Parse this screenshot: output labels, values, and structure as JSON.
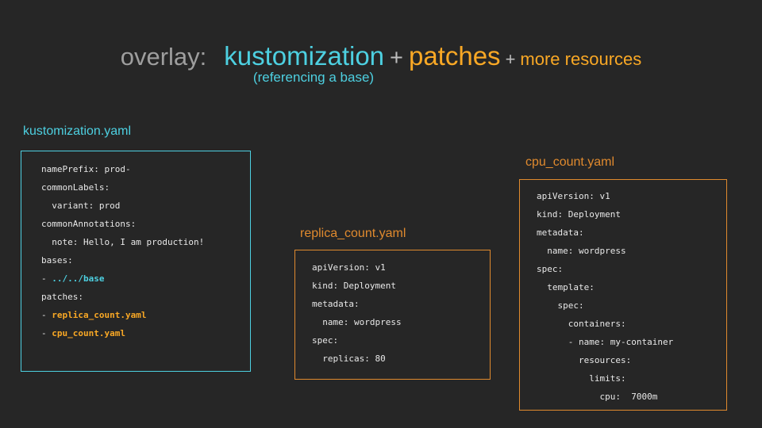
{
  "slide": {
    "background_color": "#262626",
    "title": {
      "prefix": "overlay:",
      "term_primary": "kustomization",
      "plus_1": "+",
      "term_secondary": "patches",
      "plus_2": "+",
      "term_tertiary": "more resources",
      "subtitle": "(referencing a base)",
      "colors": {
        "prefix": "#9e9e9e",
        "cyan": "#4dd0e1",
        "orange": "#f9a825",
        "plus": "#bdbdbd"
      }
    }
  },
  "panels": [
    {
      "id": "kustomization",
      "label": "kustomization.yaml",
      "accent_color": "#4dd0e1",
      "lines": [
        [
          {
            "t": "namePrefix: prod-",
            "style": "plain"
          }
        ],
        [
          {
            "t": "commonLabels:",
            "style": "plain"
          }
        ],
        [
          {
            "t": "  variant: prod",
            "style": "plain"
          }
        ],
        [
          {
            "t": "commonAnnotations:",
            "style": "plain"
          }
        ],
        [
          {
            "t": "  note: Hello, I am production!",
            "style": "plain"
          }
        ],
        [
          {
            "t": "bases:",
            "style": "plain"
          }
        ],
        [
          {
            "t": "- ",
            "style": "plain"
          },
          {
            "t": "../../base",
            "style": "cyan-bold"
          }
        ],
        [
          {
            "t": "patches:",
            "style": "plain"
          }
        ],
        [
          {
            "t": "- ",
            "style": "plain"
          },
          {
            "t": "replica_count.yaml",
            "style": "orange-bold"
          }
        ],
        [
          {
            "t": "- ",
            "style": "plain"
          },
          {
            "t": "cpu_count.yaml",
            "style": "orange-bold"
          }
        ]
      ]
    },
    {
      "id": "replica_count",
      "label": "replica_count.yaml",
      "accent_color": "#e08a2e",
      "lines": [
        [
          {
            "t": "apiVersion: v1",
            "style": "plain"
          }
        ],
        [
          {
            "t": "kind: Deployment",
            "style": "plain"
          }
        ],
        [
          {
            "t": "metadata:",
            "style": "plain"
          }
        ],
        [
          {
            "t": "  name: wordpress",
            "style": "plain"
          }
        ],
        [
          {
            "t": "spec:",
            "style": "plain"
          }
        ],
        [
          {
            "t": "  replicas: 80",
            "style": "plain"
          }
        ]
      ]
    },
    {
      "id": "cpu_count",
      "label": "cpu_count.yaml",
      "accent_color": "#e08a2e",
      "lines": [
        [
          {
            "t": "apiVersion: v1",
            "style": "plain"
          }
        ],
        [
          {
            "t": "kind: Deployment",
            "style": "plain"
          }
        ],
        [
          {
            "t": "metadata:",
            "style": "plain"
          }
        ],
        [
          {
            "t": "  name: wordpress",
            "style": "plain"
          }
        ],
        [
          {
            "t": "spec:",
            "style": "plain"
          }
        ],
        [
          {
            "t": "  template:",
            "style": "plain"
          }
        ],
        [
          {
            "t": "    spec:",
            "style": "plain"
          }
        ],
        [
          {
            "t": "      containers:",
            "style": "plain"
          }
        ],
        [
          {
            "t": "      - name: my-container",
            "style": "plain"
          }
        ],
        [
          {
            "t": "        resources:",
            "style": "plain"
          }
        ],
        [
          {
            "t": "          limits:",
            "style": "plain"
          }
        ],
        [
          {
            "t": "            cpu:  7000m",
            "style": "plain"
          }
        ]
      ]
    }
  ]
}
